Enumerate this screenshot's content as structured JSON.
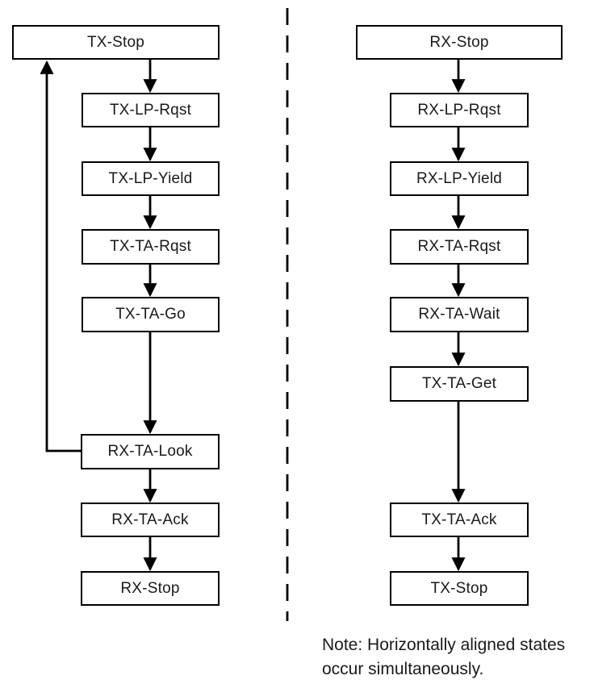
{
  "left_column": {
    "states": [
      "TX-Stop",
      "TX-LP-Rqst",
      "TX-LP-Yield",
      "TX-TA-Rqst",
      "TX-TA-Go",
      "RX-TA-Look",
      "RX-TA-Ack",
      "RX-Stop"
    ]
  },
  "right_column": {
    "states": [
      "RX-Stop",
      "RX-LP-Rqst",
      "RX-LP-Yield",
      "RX-TA-Rqst",
      "RX-TA-Wait",
      "TX-TA-Get",
      "TX-TA-Ack",
      "TX-Stop"
    ]
  },
  "note": {
    "line1": "Note: Horizontally aligned states",
    "line2": "occur simultaneously."
  },
  "colors": {
    "stroke": "#000000",
    "box_fill": "#ffffff",
    "text": "#1a1a1a",
    "background": "#ffffff"
  }
}
